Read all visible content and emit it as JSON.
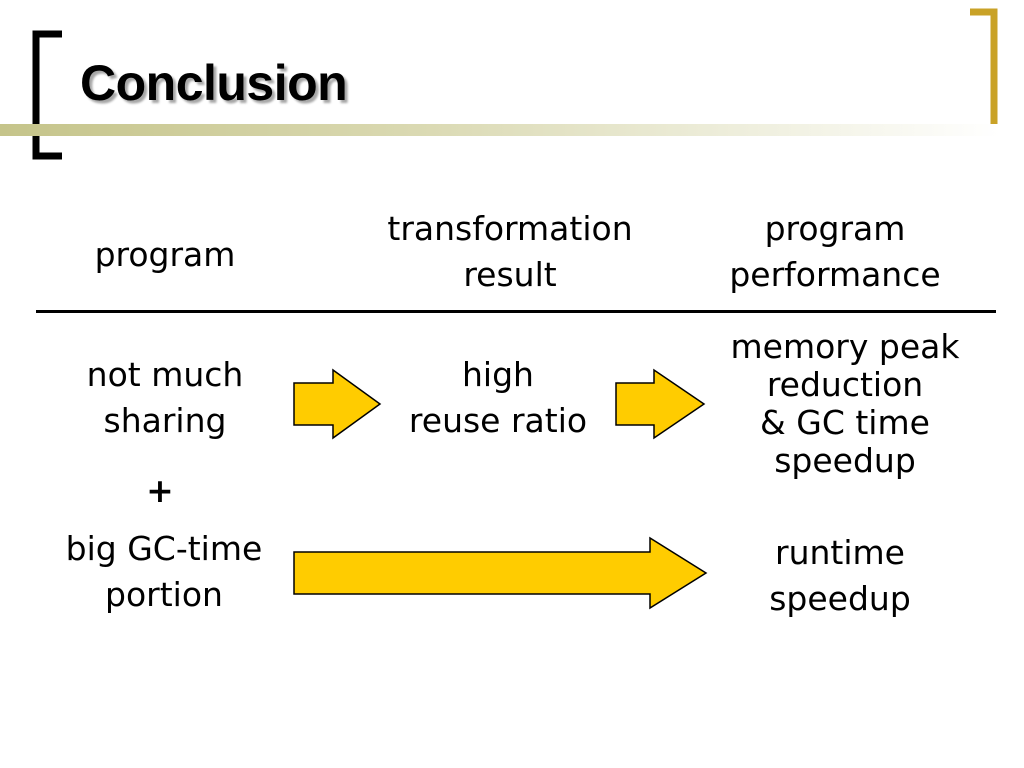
{
  "slide": {
    "title": "Conclusion",
    "accent_color": "#c9a227",
    "arrow_fill": "#ffcc00",
    "table": {
      "headers": {
        "program": "program",
        "transformation_result": "transformation\nresult",
        "program_performance": "program\nperformance"
      },
      "row1": {
        "program": "not much\nsharing",
        "result": "high\nreuse ratio",
        "performance": "memory peak\nreduction\n& GC time\nspeedup"
      },
      "plus": "+",
      "row2": {
        "program": "big GC-time\nportion",
        "performance": "runtime\nspeedup"
      }
    }
  }
}
